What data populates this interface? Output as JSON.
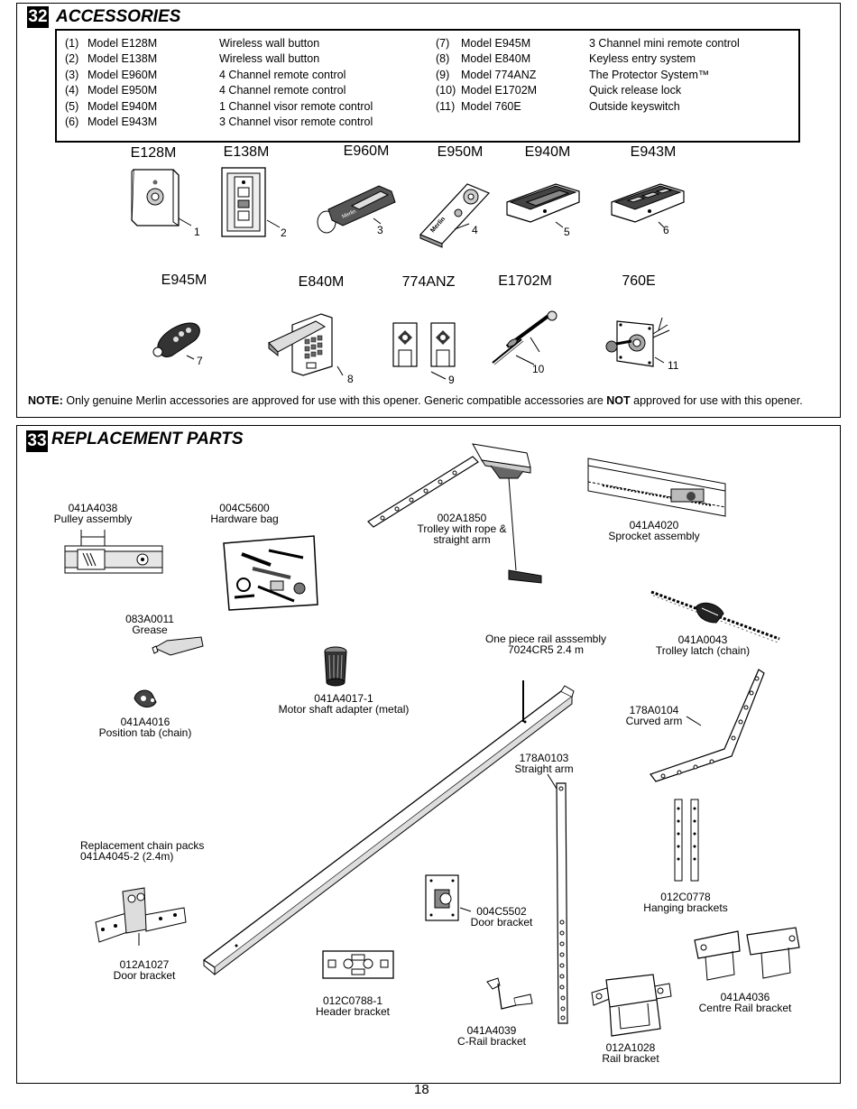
{
  "accessories": {
    "section_number": "32",
    "title": "ACCESSORIES",
    "list": [
      {
        "index": "(1)",
        "model": "Model E128M",
        "description": "Wireless wall button"
      },
      {
        "index": "(2)",
        "model": "Model E138M",
        "description": "Wireless wall button"
      },
      {
        "index": "(3)",
        "model": "Model E960M",
        "description": "4 Channel remote control"
      },
      {
        "index": "(4)",
        "model": "Model E950M",
        "description": "4 Channel remote control"
      },
      {
        "index": "(5)",
        "model": "Model E940M",
        "description": "1 Channel visor remote control"
      },
      {
        "index": "(6)",
        "model": "Model E943M",
        "description": "3 Channel visor remote control"
      },
      {
        "index": "(7)",
        "model": "Model E945M",
        "description": "3 Channel mini remote control"
      },
      {
        "index": "(8)",
        "model": "Model E840M",
        "description": "Keyless entry system"
      },
      {
        "index": "(9)",
        "model": "Model 774ANZ",
        "description": "The Protector System™"
      },
      {
        "index": "(10)",
        "model": "Model E1702M",
        "description": "Quick release lock"
      },
      {
        "index": "(11)",
        "model": "Model 760E",
        "description": "Outside keyswitch"
      }
    ],
    "figures": [
      {
        "label": "E128M",
        "number": "1"
      },
      {
        "label": "E138M",
        "number": "2"
      },
      {
        "label": "E960M",
        "number": "3"
      },
      {
        "label": "E950M",
        "number": "4"
      },
      {
        "label": "E940M",
        "number": "5"
      },
      {
        "label": "E943M",
        "number": "6"
      },
      {
        "label": "E945M",
        "number": "7"
      },
      {
        "label": "E840M",
        "number": "8"
      },
      {
        "label": "774ANZ",
        "number": "9"
      },
      {
        "label": "E1702M",
        "number": "10"
      },
      {
        "label": "760E",
        "number": "11"
      }
    ],
    "brand_text": "Merlin",
    "note": {
      "lead": "NOTE:",
      "text1": " Only genuine Merlin accessories are approved for use with this opener. Generic compatible accessories are ",
      "bold": "NOT",
      "text2": " approved for use with this opener."
    }
  },
  "replacement": {
    "section_number": "33",
    "title": "REPLACEMENT PARTS",
    "parts": [
      {
        "code": "041A4038",
        "name": "Pulley assembly"
      },
      {
        "code": "004C5600",
        "name": "Hardware bag"
      },
      {
        "code": "002A1850",
        "name": "Trolley with rope &",
        "name2": "straight arm"
      },
      {
        "code": "041A4020",
        "name": "Sprocket assembly"
      },
      {
        "code": "083A0011",
        "name": "Grease"
      },
      {
        "code": "041A4017-1",
        "name": "Motor shaft adapter (metal)"
      },
      {
        "code": "041A4016",
        "name": "Position tab (chain)"
      },
      {
        "name": "One piece rail asssembly",
        "code": "7024CR5 2.4 m"
      },
      {
        "code": "041A0043",
        "name": "Trolley latch (chain)"
      },
      {
        "code": "178A0104",
        "name": "Curved arm"
      },
      {
        "code": "178A0103",
        "name": "Straight arm"
      },
      {
        "name": "Replacement chain packs",
        "code": "041A4045-2 (2.4m)"
      },
      {
        "code": "012C0778",
        "name": "Hanging brackets"
      },
      {
        "code": "004C5502",
        "name": "Door bracket"
      },
      {
        "code": "012A1027",
        "name": "Door bracket"
      },
      {
        "code": "012C0788-1",
        "name": "Header bracket"
      },
      {
        "code": "041A4039",
        "name": "C-Rail bracket"
      },
      {
        "code": "012A1028",
        "name": "Rail bracket"
      },
      {
        "code": "041A4036",
        "name": "Centre Rail bracket"
      }
    ]
  },
  "page_number": "18"
}
